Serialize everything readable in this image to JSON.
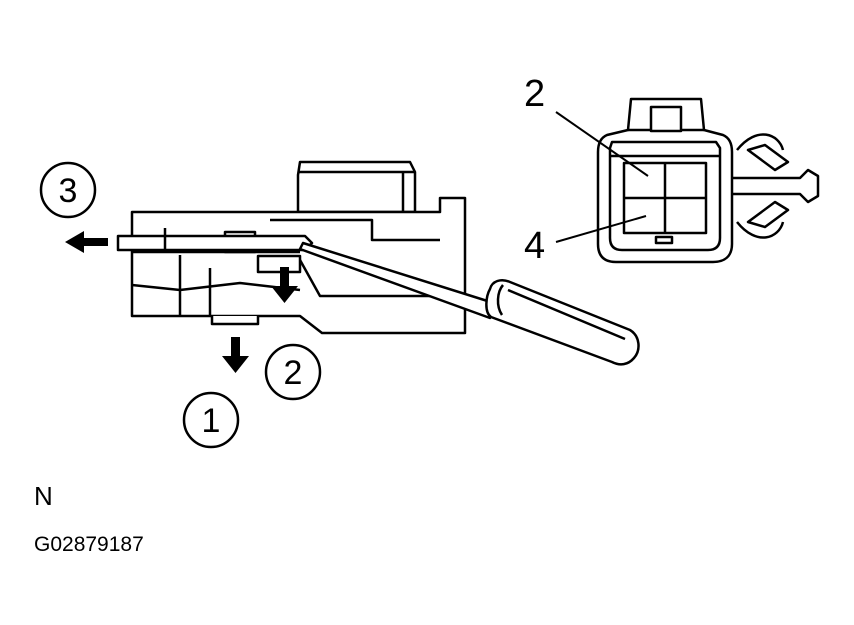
{
  "steps": [
    "1",
    "2",
    "3"
  ],
  "pins": [
    "2",
    "4"
  ],
  "corner_letter": "N",
  "figure_code": "G02879187",
  "colors": {
    "ink": "#000000",
    "paper": "#ffffff"
  }
}
